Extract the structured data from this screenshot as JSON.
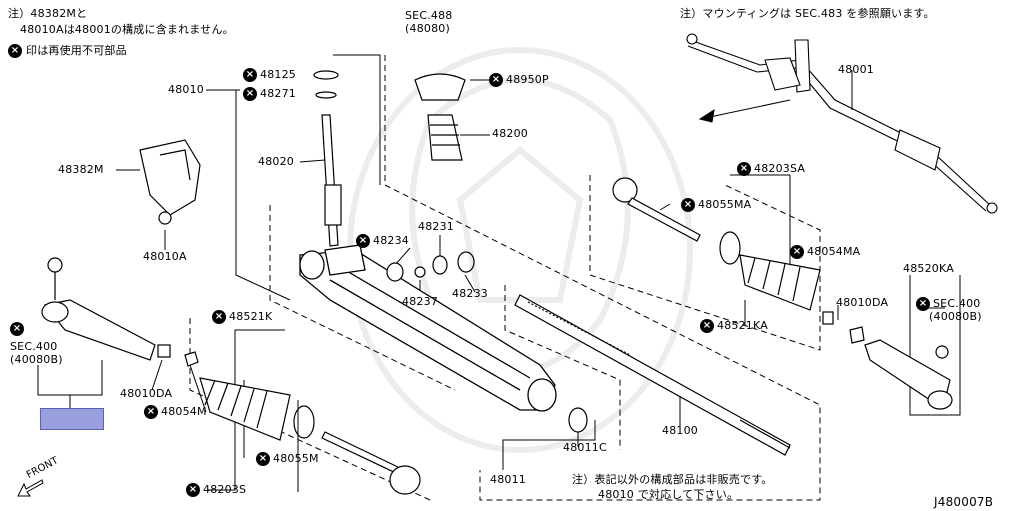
{
  "notes": {
    "top_left_line1": "注）48382Mと",
    "top_left_line2": "48010Aは48001の構成に含まれません。",
    "legend_text": "印は再使用不可部品",
    "top_right": "注）マウンティングは SEC.483 を参照願います。",
    "bottom_line1": "注）表記以外の構成部品は非販売です。",
    "bottom_line2": "48010 で対応して下さい。"
  },
  "diagram_id": "J480007B",
  "front_label": "FRONT",
  "marker_glyph": "×",
  "parts": {
    "sec488": "SEC.488",
    "sec488_sub": "(48080)",
    "p48950P": "48950P",
    "p48200": "48200",
    "p48125": "48125",
    "p48271": "48271",
    "p48010": "48010",
    "p48020": "48020",
    "p48382M": "48382M",
    "p48010A": "48010A",
    "p48234": "48234",
    "p48231": "48231",
    "p48237": "48237",
    "p48233": "48233",
    "p48521K": "48521K",
    "sec400_left": "SEC.400",
    "sec400_left_sub": "(40080B)",
    "p48010DA_left": "48010DA",
    "p48054M": "48054M",
    "p48055M": "48055M",
    "p48203S": "48203S",
    "p48011C": "48011C",
    "p48011": "48011",
    "p48100": "48100",
    "p48001": "48001",
    "p48203SA": "48203SA",
    "p48055MA": "48055MA",
    "p48054MA": "48054MA",
    "p48521KA": "48521KA",
    "p48010DA_right": "48010DA",
    "p48520KA": "48520KA",
    "sec400_right": "SEC.400",
    "sec400_right_sub": "(40080B)"
  },
  "colors": {
    "highlight": "#9aa0de",
    "ink": "#000000"
  }
}
